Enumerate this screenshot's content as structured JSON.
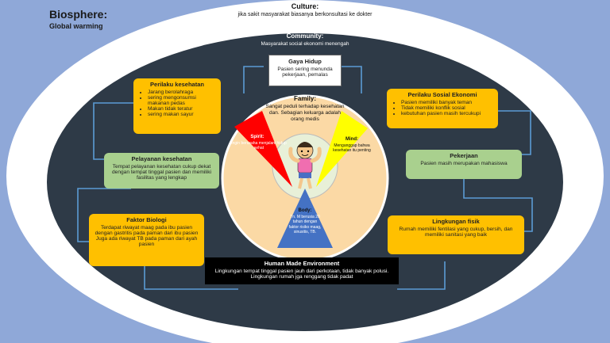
{
  "biosphere": {
    "title": "Biosphere:",
    "subtitle": "Global warming"
  },
  "culture": {
    "title": "Culture:",
    "text": "jika sakit masyarakat biasanya berkonsultasi ke dokter"
  },
  "community": {
    "title": "Community:",
    "text": "Masyarakat social ekonomi menengah"
  },
  "gaya_hidup": {
    "title": "Gaya Hidup",
    "text": "Pasien sering menunda pekerjaan, pemalas"
  },
  "perilaku_kesehatan": {
    "title": "Perilaku kesehatan",
    "items": [
      "Jarang berolahraga",
      "sering mengonsumsi makanan pedas",
      "Makan tidak teratur",
      "sering makan sayur"
    ]
  },
  "perilaku_sosial": {
    "title": "Perilaku Sosial Ekonomi",
    "items": [
      "Pasien memiliki banyak teman",
      "Tidak memiliki konflik sosial",
      "kebutuhan pasien masih tercukupi"
    ]
  },
  "pelayanan": {
    "title": "Pelayanan kesehatan",
    "text": "Tempat pelayanan kesehatan cukup dekat dengan tempat tinggal pasien dan memiliki fasilitas yang lengkap"
  },
  "pekerjaan": {
    "title": "Pekerjaan",
    "text": "Pasien masih merupakan mahasiswa"
  },
  "faktor_biologi": {
    "title": "Faktor Biologi",
    "lines": [
      "Terdapat riwayat maag pada ibu pasien dengan gastritis pada paman dari ibu pasien",
      "Juga ada riwayat TB pada paman dari ayah pasien"
    ]
  },
  "lingkungan_fisik": {
    "title": "Lingkungan fisik",
    "text": "Rumah memiliki fentilasi yang cukup, bersih, dan memiliki sanitasi yang baik"
  },
  "human_made": {
    "title": "Human Made Environment",
    "lines": [
      "Lingkungan tempat tinggal pasien jauh dari perkotaan, tidak banyak polusi.",
      "Lingkungan rumah jga renggang tidak padat"
    ]
  },
  "family": {
    "title": "Family:",
    "text": "Sangat peduli terhadap kesehatan dan. Sebagian keluarga adalah orang medis"
  },
  "spirit": {
    "title": "Spirit:",
    "text": "Ingin berusaha menjalani hidup sehat"
  },
  "mind": {
    "title": "Mind:",
    "text": "Menganggap bahwa kesehatan itu penting"
  },
  "body": {
    "title": "Body:",
    "text": "Tn. M berusia 20 tahun dengan faktor risiko maag, sinusitis, TB."
  },
  "colors": {
    "background": "#8fa8d8",
    "outer_ellipse": "#ffffff",
    "inner_ellipse": "#2e3a47",
    "orange": "#ffc000",
    "green": "#a9d08e",
    "red": "#ff0000",
    "yellow": "#ffff00",
    "blue": "#4472c4",
    "connector": "#5b9bd5"
  }
}
